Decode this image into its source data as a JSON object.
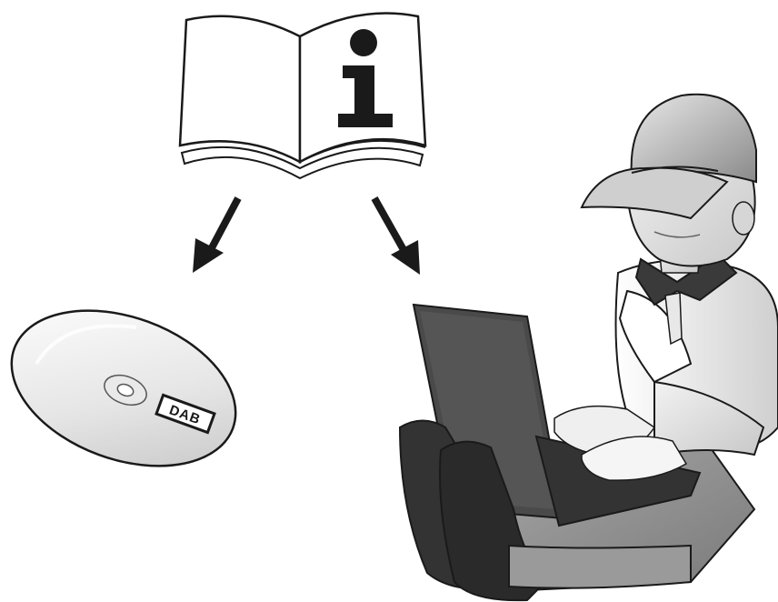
{
  "illustration": {
    "cd_label": "DAB",
    "manual_symbol": "i",
    "icons": {
      "manual": "info-manual-icon",
      "arrow_left": "arrow-down-left-icon",
      "arrow_right": "arrow-down-right-icon",
      "cd": "cd-disc-icon",
      "person": "person-with-laptop-illustration"
    },
    "colors": {
      "outline": "#1a1a1a",
      "dark_gray": "#3a3a3a",
      "mid_gray": "#9a9a9a",
      "light_gray": "#d8d8d8",
      "paper": "#ffffff"
    }
  }
}
